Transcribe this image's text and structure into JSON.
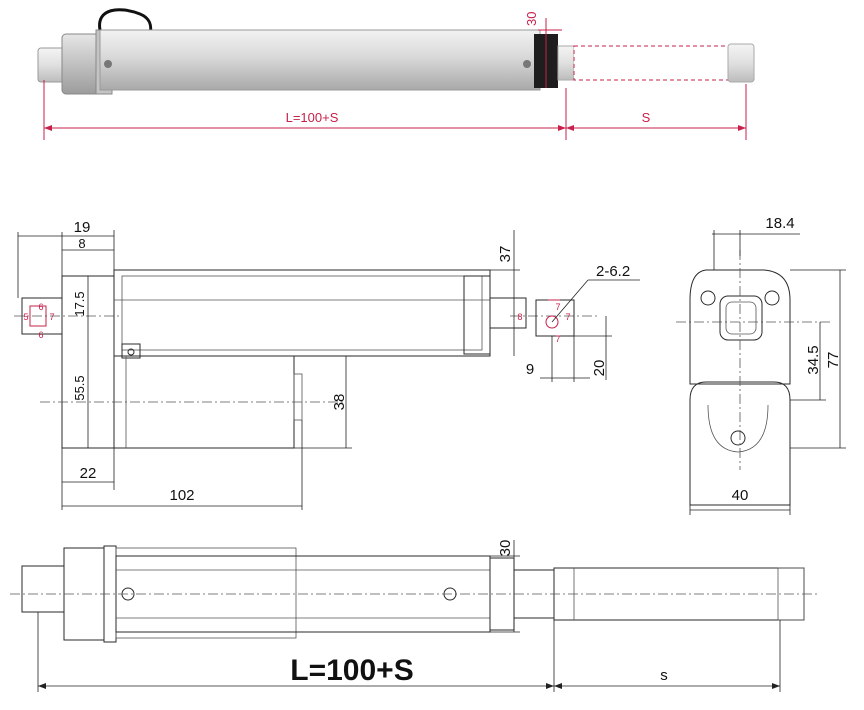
{
  "photo": {
    "height_label": "30",
    "length_label": "L=100+S",
    "stroke_label": "S"
  },
  "side_view": {
    "d19": "19",
    "d8": "8",
    "d17_5": "17.5",
    "d55_5": "55.5",
    "d22": "22",
    "d102": "102",
    "d38": "38",
    "d37": "37",
    "hole_label": "2-6.2",
    "d9": "9",
    "d20": "20",
    "left_box": {
      "top": "6",
      "left": "5",
      "right": "7",
      "bottom": "6"
    },
    "right_box": {
      "left": "8",
      "top": "7",
      "right": "7",
      "bottom": "7"
    }
  },
  "end_view": {
    "d18_4": "18.4",
    "d34_5": "34.5",
    "d77": "77",
    "d40": "40"
  },
  "top_view": {
    "d30": "30",
    "length_label": "L=100+S",
    "stroke_label": "s"
  },
  "colors": {
    "accent": "#c8204a",
    "line": "#2a2a2a"
  }
}
